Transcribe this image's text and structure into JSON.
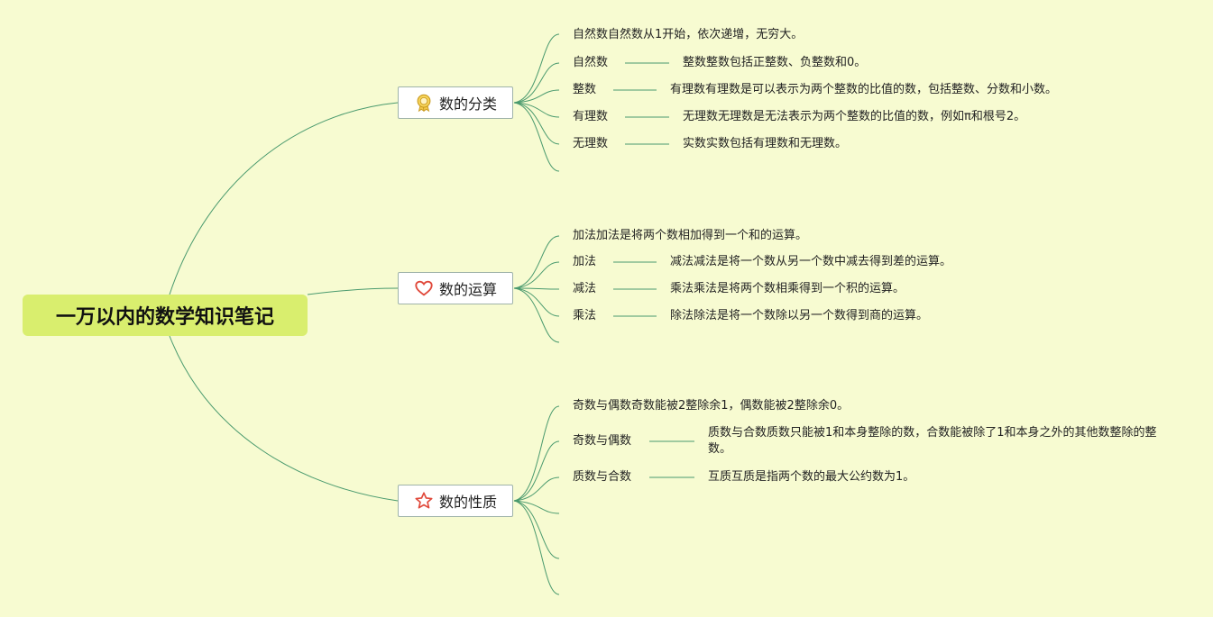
{
  "root": {
    "title": "一万以内的数学知识笔记"
  },
  "branches": [
    {
      "label": "数的分类",
      "icon": "medal-icon",
      "rows": [
        {
          "key": "",
          "text": "自然数自然数从1开始，依次递增，无穷大。"
        },
        {
          "key": "自然数",
          "text": "整数整数包括正整数、负整数和0。"
        },
        {
          "key": "整数",
          "text": "有理数有理数是可以表示为两个整数的比值的数，包括整数、分数和小数。"
        },
        {
          "key": "有理数",
          "text": "无理数无理数是无法表示为两个整数的比值的数，例如π和根号2。"
        },
        {
          "key": "无理数",
          "text": "实数实数包括有理数和无理数。"
        }
      ]
    },
    {
      "label": "数的运算",
      "icon": "heart-icon",
      "rows": [
        {
          "key": "",
          "text": "加法加法是将两个数相加得到一个和的运算。"
        },
        {
          "key": "加法",
          "text": "减法减法是将一个数从另一个数中减去得到差的运算。"
        },
        {
          "key": "减法",
          "text": "乘法乘法是将两个数相乘得到一个积的运算。"
        },
        {
          "key": "乘法",
          "text": "除法除法是将一个数除以另一个数得到商的运算。"
        }
      ]
    },
    {
      "label": "数的性质",
      "icon": "star-icon",
      "rows": [
        {
          "key": "",
          "text": "奇数与偶数奇数能被2整除余1，偶数能被2整除余0。"
        },
        {
          "key": "奇数与偶数",
          "text": "质数与合数质数只能被1和本身整除的数，合数能被除了1和本身之外的其他数整除的整数。"
        },
        {
          "key": "质数与合数",
          "text": "互质互质是指两个数的最大公约数为1。"
        }
      ]
    }
  ]
}
